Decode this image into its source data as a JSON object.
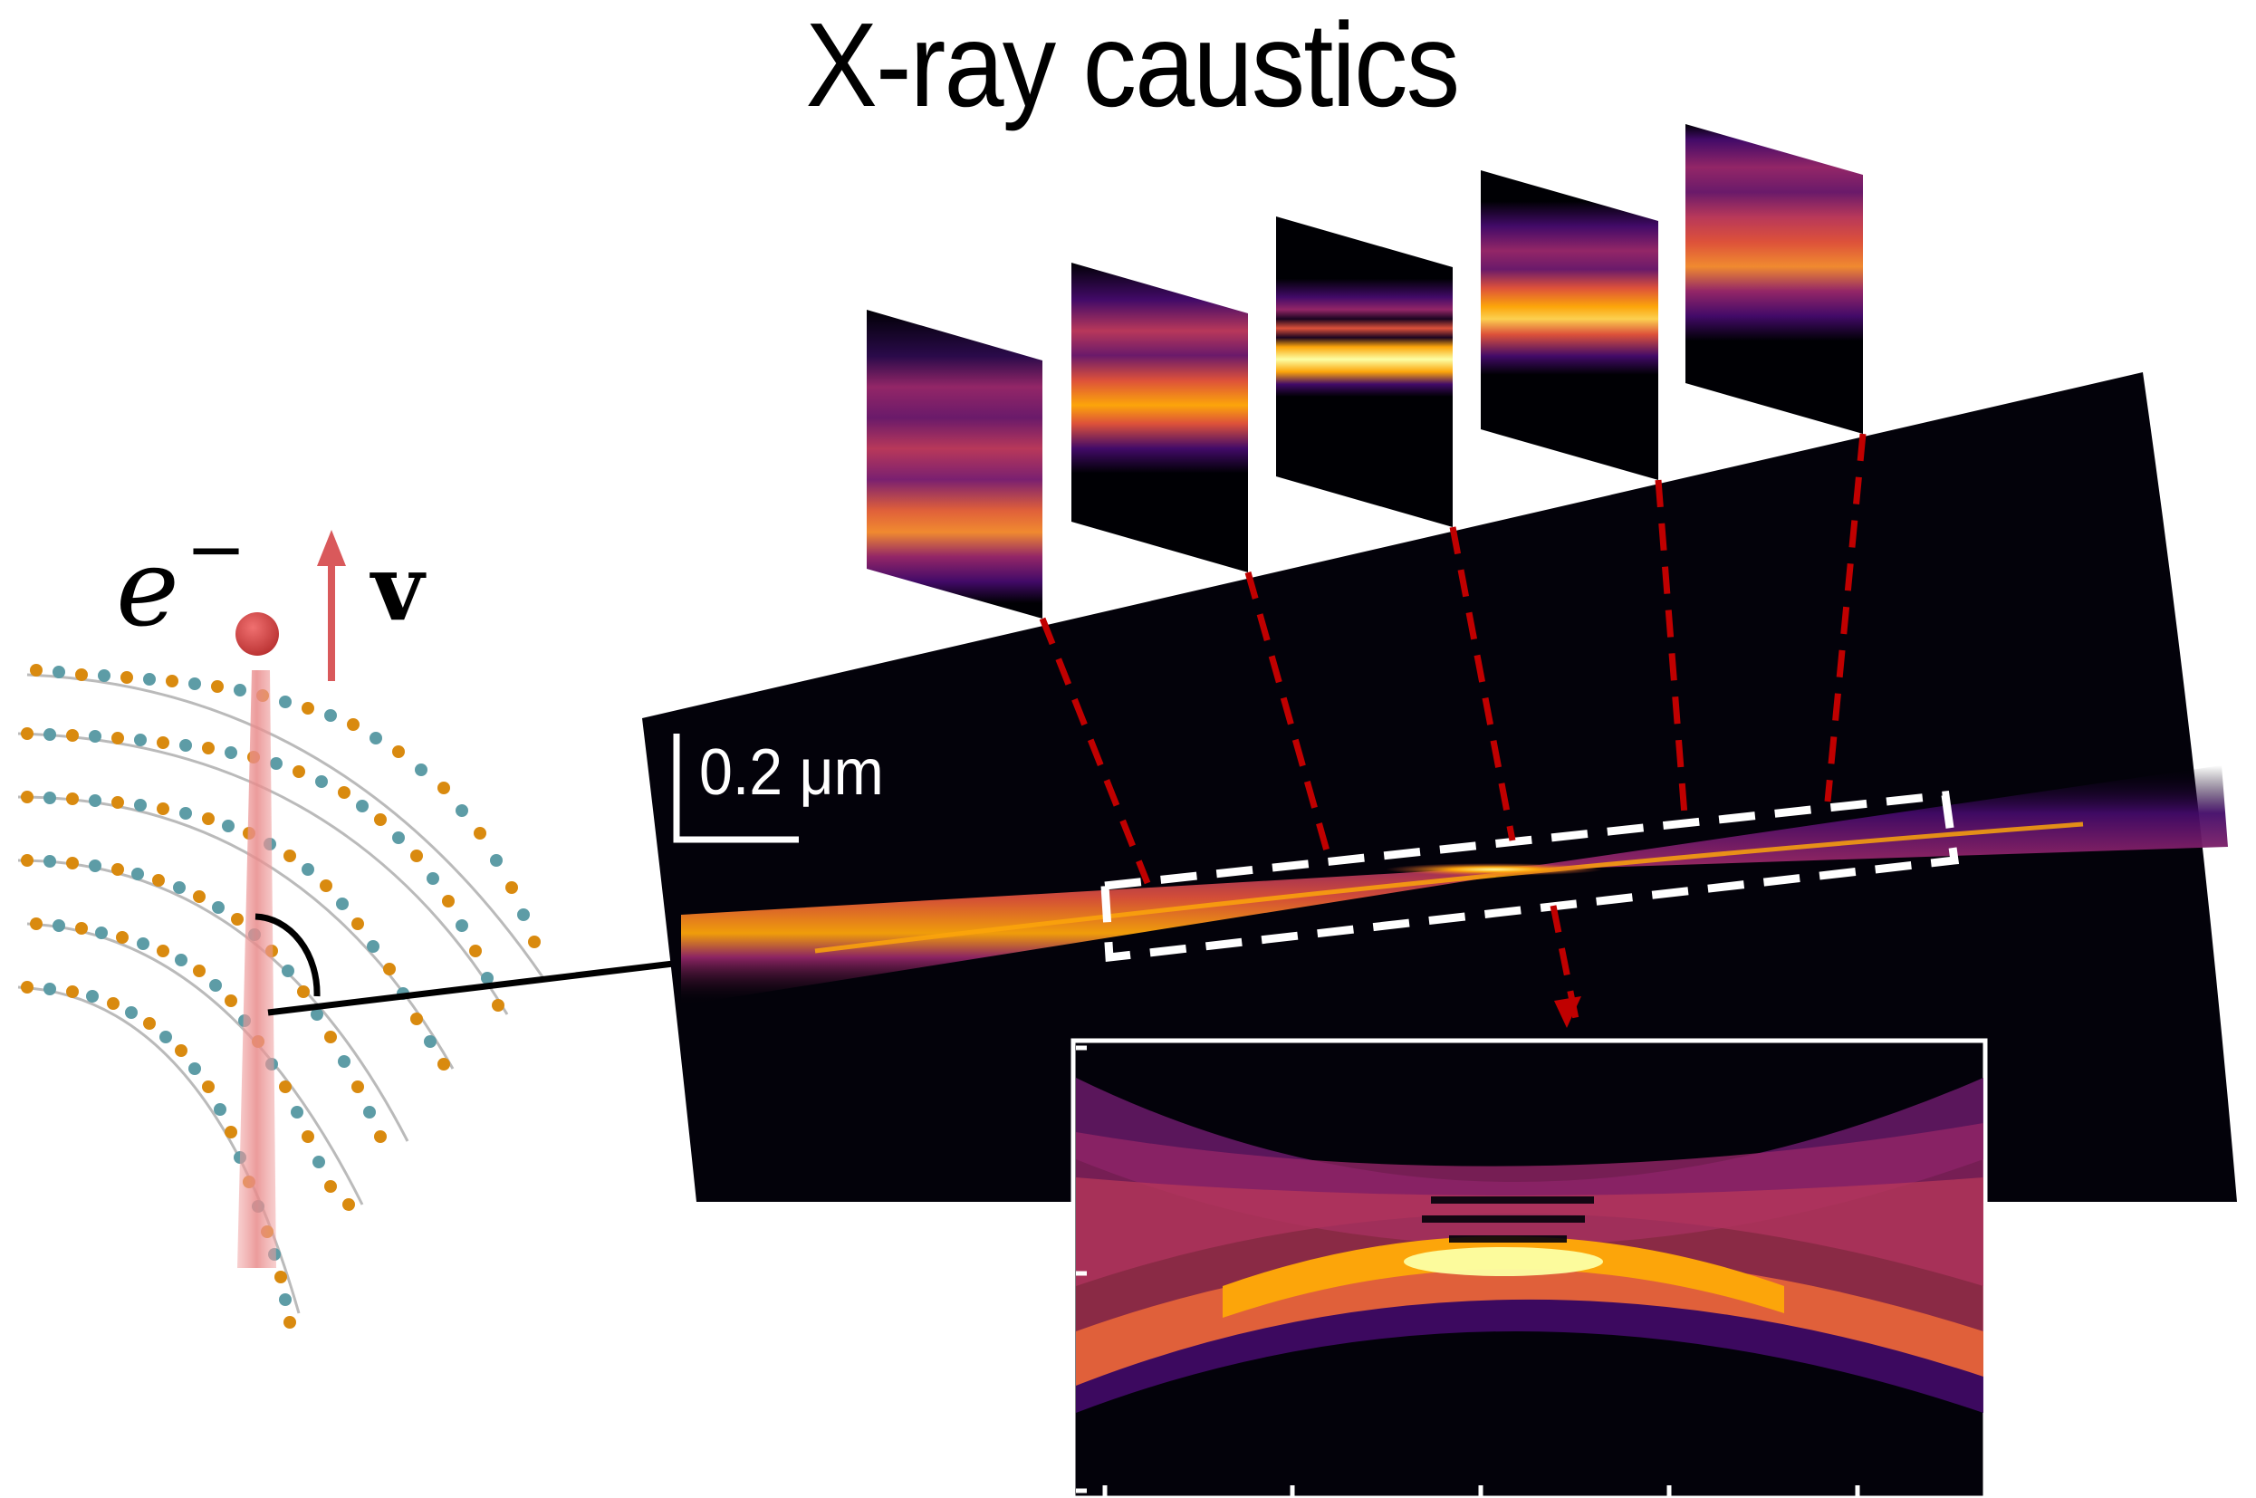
{
  "figure": {
    "title": "X-ray caustics",
    "electron_label": "e",
    "electron_charge": "−",
    "velocity_label": "v",
    "scale_bar_label": "0.2 μm",
    "colors": {
      "background": "#ffffff",
      "plot_background": "#03020a",
      "dashed_red": "#c00000",
      "dashed_white": "#ffffff",
      "electron": "#d94a4a",
      "beam": "#f0a0a0",
      "velocity_arrow": "#d9595b",
      "atom_orange": "#d98a0f",
      "atom_teal": "#5d9ca6",
      "colormap": [
        "#000004",
        "#420a68",
        "#932667",
        "#dd513a",
        "#fca50a",
        "#fcffa4"
      ]
    },
    "panels_count": 5,
    "inset": {
      "x_ticks_count": 5,
      "y_ticks_count": 3,
      "tick_labels": []
    }
  }
}
